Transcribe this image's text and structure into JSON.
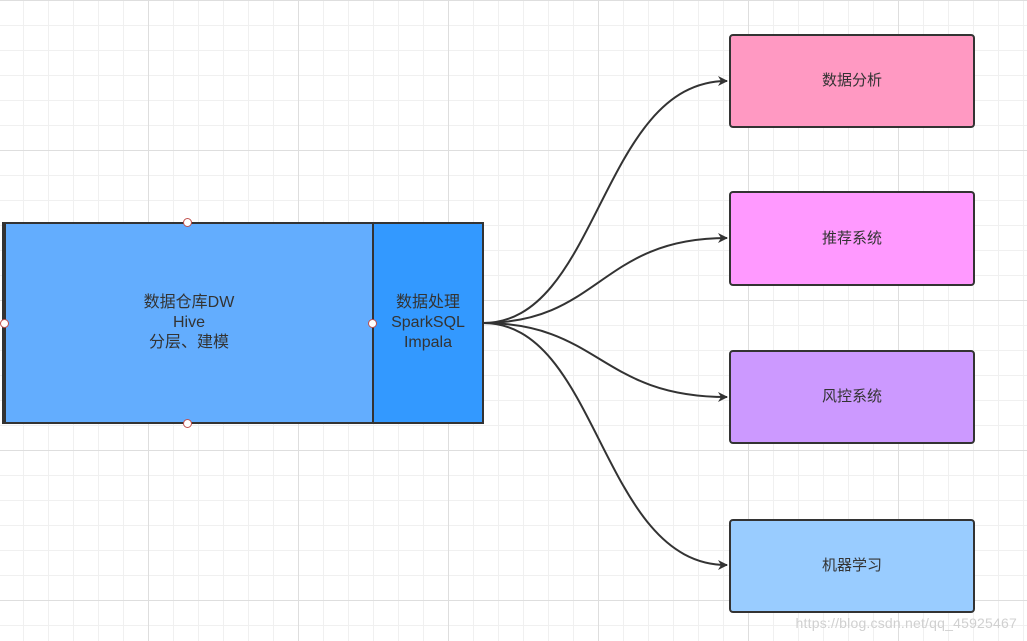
{
  "warehouse": {
    "lines": [
      "数据仓库DW",
      "Hive",
      "分层、建模"
    ],
    "fill": "#63adfe"
  },
  "processing": {
    "lines": [
      "数据处理",
      "SparkSQL",
      "Impala"
    ],
    "fill": "#3399ff"
  },
  "targets": [
    {
      "label": "数据分析",
      "fill": "#ff99c2"
    },
    {
      "label": "推荐系统",
      "fill": "#ff99ff"
    },
    {
      "label": "风控系统",
      "fill": "#cc99ff"
    },
    {
      "label": "机器学习",
      "fill": "#99ccff"
    }
  ],
  "watermark": "https://blog.csdn.net/qq_45925467"
}
